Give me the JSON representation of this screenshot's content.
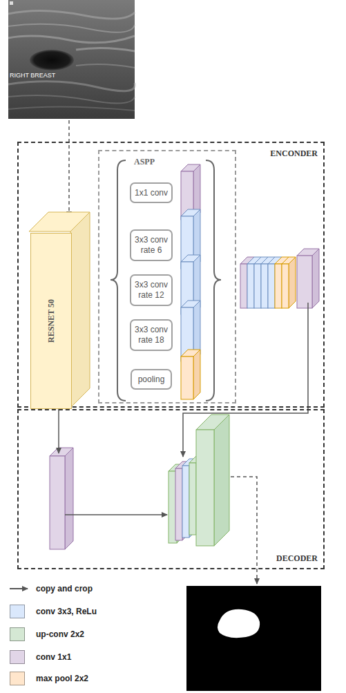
{
  "diagram": {
    "nodes": [
      {
        "text": [
          "ENCONDER"
        ]
      },
      {
        "text": [
          "RESNET 50"
        ],
        "in": 0
      },
      {
        "text": [
          "ASPP"
        ],
        "in": 0
      },
      {
        "text": [
          "1x1 conv"
        ],
        "in": 2
      },
      {
        "text": [
          "3x3 conv rate 6"
        ],
        "in": 2
      },
      {
        "text": [
          "3x3 conv rate 12"
        ],
        "in": 2
      },
      {
        "text": [
          "3x3 conv rate 18"
        ],
        "in": 2
      },
      {
        "text": [
          "pooling"
        ],
        "in": 2
      },
      {
        "text": [
          "DECODER"
        ]
      }
    ],
    "labels": [
      "RIGHT BREAST"
    ],
    "legend": [
      {
        "text": "copy and crop"
      },
      {
        "text": "conv 3x3, ReLu",
        "color": "#dae8fc"
      },
      {
        "text": "up-conv 2x2",
        "color": "#d5e8d4"
      },
      {
        "text": "conv 1x1",
        "color": "#e1d5e7"
      },
      {
        "text": "max pool 2x2",
        "color": "#ffe6cc"
      }
    ]
  }
}
